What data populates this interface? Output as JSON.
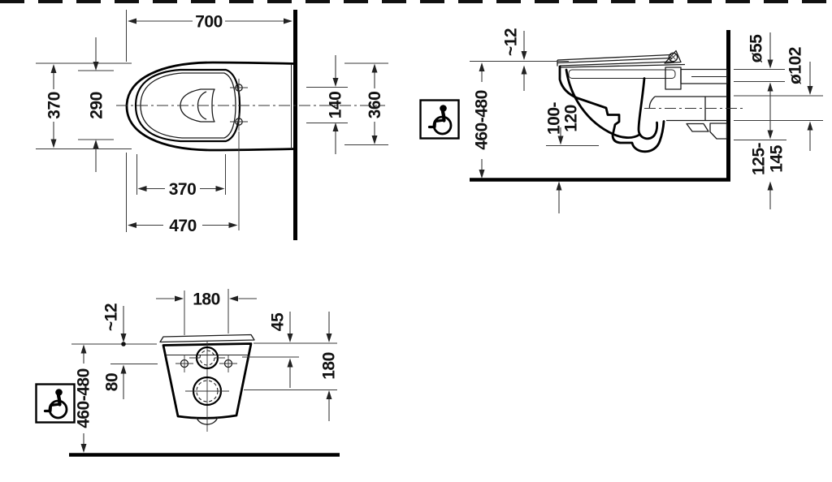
{
  "drawing": {
    "type": "sanitary-ware installation drawing, wall-hung toilet, three orthographic views",
    "colors": {
      "line": "#000000",
      "dimension": "#3a3a3a",
      "background": "#ffffff"
    },
    "top_view": {
      "overall_depth": "700",
      "overall_width": "370",
      "bowl_width": "290",
      "fixing_hole_spacing": "140",
      "width_at_wall": "360",
      "bowl_depth": "370",
      "fixing_hole_depth": "470"
    },
    "side_view": {
      "seat_thickness": "~12",
      "rim_height": "460-480",
      "front_clearance_line1": "100-",
      "front_clearance_line2": "120",
      "supply_diameter": "ø55",
      "outlet_diameter": "ø102",
      "outlet_height_line1": "125-",
      "outlet_height_line2": "145"
    },
    "rear_view": {
      "fixing_hole_spacing": "180",
      "seat_thickness": "~12",
      "supply_offset": "45",
      "rim_height": "460-480",
      "fixing_hole_offset": "80",
      "outlet_offset": "180"
    },
    "icons": {
      "accessibility_symbol": "wheelchair-accessible-icon"
    }
  }
}
